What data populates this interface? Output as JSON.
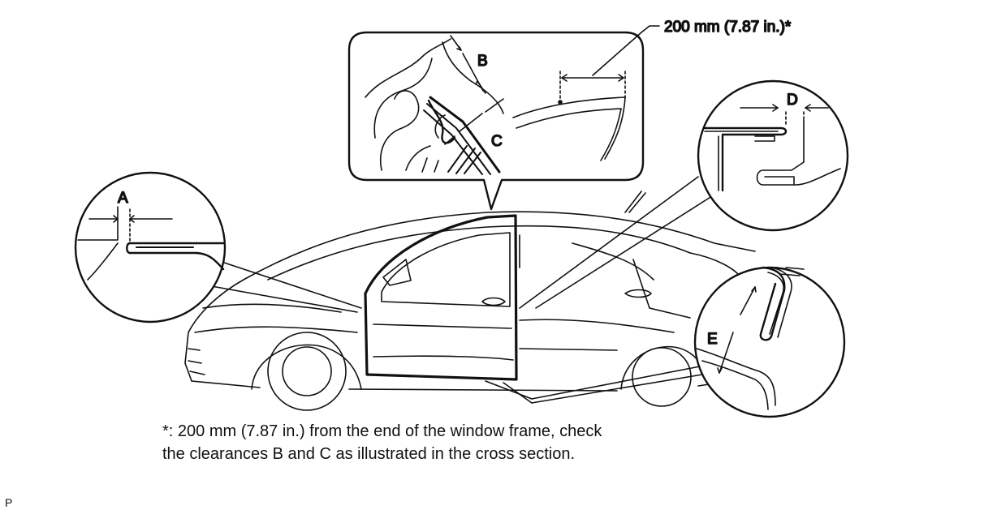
{
  "callouts": {
    "a": "A",
    "b": "B",
    "c": "C",
    "d": "D",
    "e": "E"
  },
  "dimension_label": "200 mm (7.87 in.)*",
  "note": {
    "line1": "*: 200 mm (7.87 in.) from the end of the window frame, check",
    "line2": "the clearances B and C as illustrated in the cross section."
  },
  "figure_code": "P"
}
